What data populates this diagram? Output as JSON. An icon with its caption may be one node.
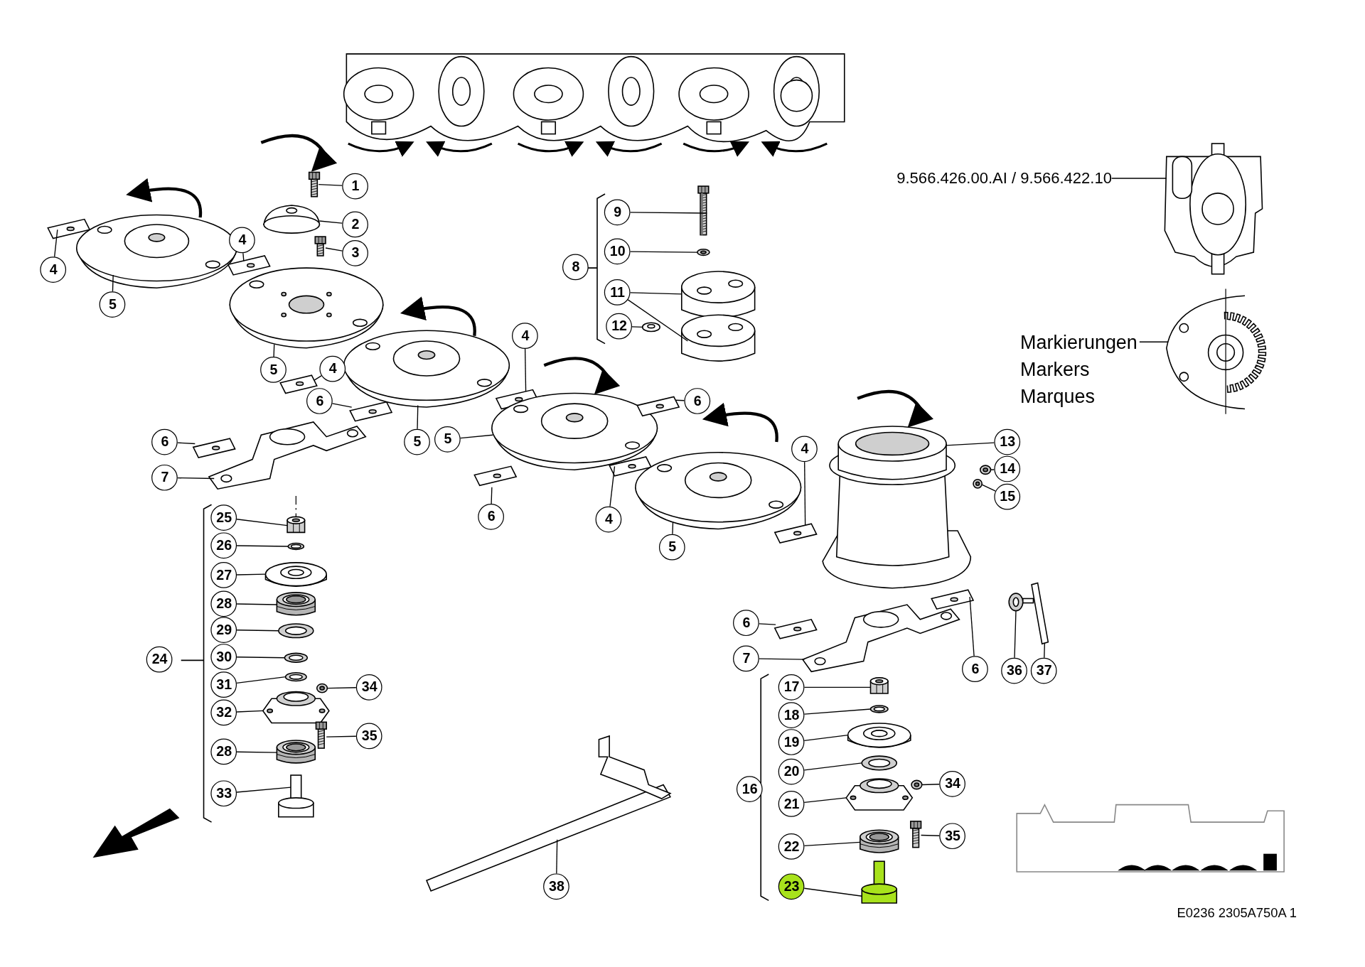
{
  "diagram": {
    "nodes": [
      {
        "text": [
          "1"
        ]
      },
      {
        "text": [
          "2"
        ]
      },
      {
        "text": [
          "3"
        ]
      },
      {
        "text": [
          "4"
        ]
      },
      {
        "text": [
          "5"
        ]
      },
      {
        "text": [
          "4"
        ]
      },
      {
        "text": [
          "5"
        ]
      },
      {
        "text": [
          "8"
        ]
      },
      {
        "text": [
          "9"
        ]
      },
      {
        "text": [
          "10"
        ]
      },
      {
        "text": [
          "11"
        ]
      },
      {
        "text": [
          "12"
        ]
      },
      {
        "text": [
          "4"
        ]
      },
      {
        "text": [
          "4"
        ]
      },
      {
        "text": [
          "6"
        ]
      },
      {
        "text": [
          "6"
        ]
      },
      {
        "text": [
          "5"
        ]
      },
      {
        "text": [
          "5"
        ]
      },
      {
        "text": [
          "6"
        ]
      },
      {
        "text": [
          "7"
        ]
      },
      {
        "text": [
          "6"
        ]
      },
      {
        "text": [
          "4"
        ]
      },
      {
        "text": [
          "5"
        ]
      },
      {
        "text": [
          "4"
        ]
      },
      {
        "text": [
          "13"
        ]
      },
      {
        "text": [
          "14"
        ]
      },
      {
        "text": [
          "15"
        ]
      },
      {
        "text": [
          "6"
        ]
      },
      {
        "text": [
          "7"
        ]
      },
      {
        "text": [
          "6"
        ]
      },
      {
        "text": [
          "36"
        ]
      },
      {
        "text": [
          "37"
        ]
      },
      {
        "text": [
          "24"
        ]
      },
      {
        "text": [
          "25"
        ]
      },
      {
        "text": [
          "26"
        ]
      },
      {
        "text": [
          "27"
        ]
      },
      {
        "text": [
          "28"
        ]
      },
      {
        "text": [
          "29"
        ]
      },
      {
        "text": [
          "30"
        ]
      },
      {
        "text": [
          "31"
        ]
      },
      {
        "text": [
          "32"
        ]
      },
      {
        "text": [
          "34"
        ]
      },
      {
        "text": [
          "35"
        ]
      },
      {
        "text": [
          "28"
        ]
      },
      {
        "text": [
          "33"
        ]
      },
      {
        "text": [
          "16"
        ]
      },
      {
        "text": [
          "17"
        ]
      },
      {
        "text": [
          "18"
        ]
      },
      {
        "text": [
          "19"
        ]
      },
      {
        "text": [
          "20"
        ]
      },
      {
        "text": [
          "21"
        ]
      },
      {
        "text": [
          "22"
        ]
      },
      {
        "text": [
          "23"
        ]
      },
      {
        "text": [
          "34"
        ]
      },
      {
        "text": [
          "35"
        ]
      },
      {
        "text": [
          "38"
        ]
      },
      {
        "text": [
          "9.566.426.00.AI / 9.566.422.10"
        ]
      },
      {
        "text": [
          "Markierungen",
          "Markers",
          "Marques"
        ]
      },
      {
        "text": [],
        "shape": "picture"
      },
      {
        "text": [],
        "shape": "picture"
      },
      {
        "text": [],
        "shape": "picture"
      },
      {
        "text": [],
        "shape": "picture"
      },
      {
        "text": [],
        "shape": "picture"
      },
      {
        "text": [],
        "shape": "picture"
      },
      {
        "text": [],
        "shape": "picture"
      },
      {
        "text": [],
        "shape": "picture"
      },
      {
        "text": [],
        "shape": "picture"
      },
      {
        "text": [],
        "shape": "picture"
      },
      {
        "text": [],
        "shape": "picture"
      },
      {
        "text": [],
        "shape": "picture"
      },
      {
        "text": [],
        "shape": "picture"
      },
      {
        "text": [],
        "shape": "picture"
      },
      {
        "text": [],
        "shape": "picture"
      },
      {
        "text": [],
        "shape": "picture"
      },
      {
        "text": [],
        "shape": "picture"
      },
      {
        "text": [],
        "shape": "picture"
      },
      {
        "text": [],
        "shape": "picture"
      },
      {
        "text": [],
        "shape": "picture"
      },
      {
        "text": [],
        "shape": "picture"
      },
      {
        "text": [],
        "shape": "picture"
      },
      {
        "text": [],
        "shape": "picture"
      },
      {
        "text": [],
        "shape": "picture"
      },
      {
        "text": [],
        "shape": "picture"
      },
      {
        "text": [],
        "shape": "picture"
      },
      {
        "text": [],
        "shape": "picture"
      },
      {
        "text": [],
        "shape": "picture"
      },
      {
        "text": [],
        "shape": "picture"
      },
      {
        "text": [],
        "shape": "picture"
      },
      {
        "text": [],
        "shape": "picture"
      },
      {
        "text": [],
        "shape": "picture"
      },
      {
        "text": [],
        "shape": "picture"
      },
      {
        "text": [],
        "shape": "picture"
      },
      {
        "text": [],
        "shape": "picture"
      },
      {
        "text": [],
        "shape": "picture"
      },
      {
        "text": [],
        "shape": "picture"
      },
      {
        "text": [],
        "shape": "picture"
      },
      {
        "text": [],
        "shape": "picture"
      },
      {
        "text": [],
        "shape": "picture"
      },
      {
        "text": [],
        "shape": "picture"
      },
      {
        "text": [],
        "shape": "picture"
      },
      {
        "text": [],
        "shape": "picture"
      },
      {
        "text": [],
        "shape": "picture"
      },
      {
        "text": [],
        "shape": "picture"
      },
      {
        "text": [],
        "shape": "picture"
      },
      {
        "text": [],
        "shape": "picture"
      },
      {
        "text": [],
        "shape": "picture"
      },
      {
        "text": [],
        "shape": "picture"
      },
      {
        "text": [],
        "shape": "picture"
      },
      {
        "text": [],
        "shape": "picture"
      },
      {
        "text": [],
        "shape": "picture"
      },
      {
        "text": [],
        "shape": "picture"
      },
      {
        "text": [],
        "shape": "picture"
      },
      {
        "text": [],
        "shape": "picture"
      },
      {
        "text": [],
        "shape": "picture"
      }
    ],
    "edges": [
      {
        "from": 0,
        "to": 58,
        "arrow": "none"
      },
      {
        "from": 1,
        "to": 59,
        "arrow": "none"
      },
      {
        "from": 2,
        "to": 60,
        "arrow": "none"
      },
      {
        "from": 3,
        "to": 62,
        "arrow": "none"
      },
      {
        "from": 4,
        "to": 61,
        "arrow": "none"
      },
      {
        "from": 5,
        "to": 63,
        "arrow": "none"
      },
      {
        "from": 6,
        "to": 64,
        "arrow": "none"
      },
      {
        "from": 8,
        "to": 65,
        "arrow": "none"
      },
      {
        "from": 9,
        "to": 66,
        "arrow": "none"
      },
      {
        "from": 10,
        "to": 67,
        "arrow": "none"
      },
      {
        "from": 10,
        "to": 68,
        "arrow": "none"
      },
      {
        "from": 11,
        "to": 69,
        "arrow": "none"
      },
      {
        "from": 12,
        "to": 70,
        "arrow": "none"
      },
      {
        "from": 13,
        "to": 71,
        "arrow": "none"
      },
      {
        "from": 14,
        "to": 72,
        "arrow": "none"
      },
      {
        "from": 15,
        "to": 73,
        "arrow": "none"
      },
      {
        "from": 16,
        "to": 74,
        "arrow": "none"
      },
      {
        "from": 17,
        "to": 75,
        "arrow": "none"
      },
      {
        "from": 18,
        "to": 76,
        "arrow": "none"
      },
      {
        "from": 19,
        "to": 77,
        "arrow": "none"
      },
      {
        "from": 20,
        "to": 78,
        "arrow": "none"
      },
      {
        "from": 21,
        "to": 79,
        "arrow": "none"
      },
      {
        "from": 22,
        "to": 80,
        "arrow": "none"
      },
      {
        "from": 23,
        "to": 81,
        "arrow": "none"
      },
      {
        "from": 24,
        "to": 82,
        "arrow": "none"
      },
      {
        "from": 25,
        "to": 83,
        "arrow": "none"
      },
      {
        "from": 26,
        "to": 84,
        "arrow": "none"
      },
      {
        "from": 27,
        "to": 85,
        "arrow": "none"
      },
      {
        "from": 28,
        "to": 86,
        "arrow": "none"
      },
      {
        "from": 29,
        "to": 87,
        "arrow": "none"
      },
      {
        "from": 30,
        "to": 88,
        "arrow": "none"
      },
      {
        "from": 31,
        "to": 89,
        "arrow": "none"
      },
      {
        "from": 33,
        "to": 90,
        "arrow": "none"
      },
      {
        "from": 34,
        "to": 91,
        "arrow": "none"
      },
      {
        "from": 35,
        "to": 92,
        "arrow": "none"
      },
      {
        "from": 36,
        "to": 93,
        "arrow": "none"
      },
      {
        "from": 37,
        "to": 94,
        "arrow": "none"
      },
      {
        "from": 38,
        "to": 95,
        "arrow": "none"
      },
      {
        "from": 39,
        "to": 96,
        "arrow": "none"
      },
      {
        "from": 40,
        "to": 97,
        "arrow": "none"
      },
      {
        "from": 41,
        "to": 98,
        "arrow": "none"
      },
      {
        "from": 42,
        "to": 99,
        "arrow": "none"
      },
      {
        "from": 43,
        "to": 100,
        "arrow": "none"
      },
      {
        "from": 44,
        "to": 101,
        "arrow": "none"
      },
      {
        "from": 46,
        "to": 102,
        "arrow": "none"
      },
      {
        "from": 47,
        "to": 103,
        "arrow": "none"
      },
      {
        "from": 48,
        "to": 104,
        "arrow": "none"
      },
      {
        "from": 49,
        "to": 105,
        "arrow": "none"
      },
      {
        "from": 50,
        "to": 106,
        "arrow": "none"
      },
      {
        "from": 51,
        "to": 107,
        "arrow": "none"
      },
      {
        "from": 52,
        "to": 108,
        "arrow": "none"
      },
      {
        "from": 53,
        "to": 109,
        "arrow": "none"
      },
      {
        "from": 54,
        "to": 110,
        "arrow": "none"
      },
      {
        "from": 55,
        "to": 111,
        "arrow": "none"
      },
      {
        "from": 56,
        "to": 112,
        "arrow": "none"
      },
      {
        "from": 57,
        "to": 113,
        "arrow": "none"
      }
    ],
    "labels": [
      "E0236 2305A750A 1"
    ]
  }
}
